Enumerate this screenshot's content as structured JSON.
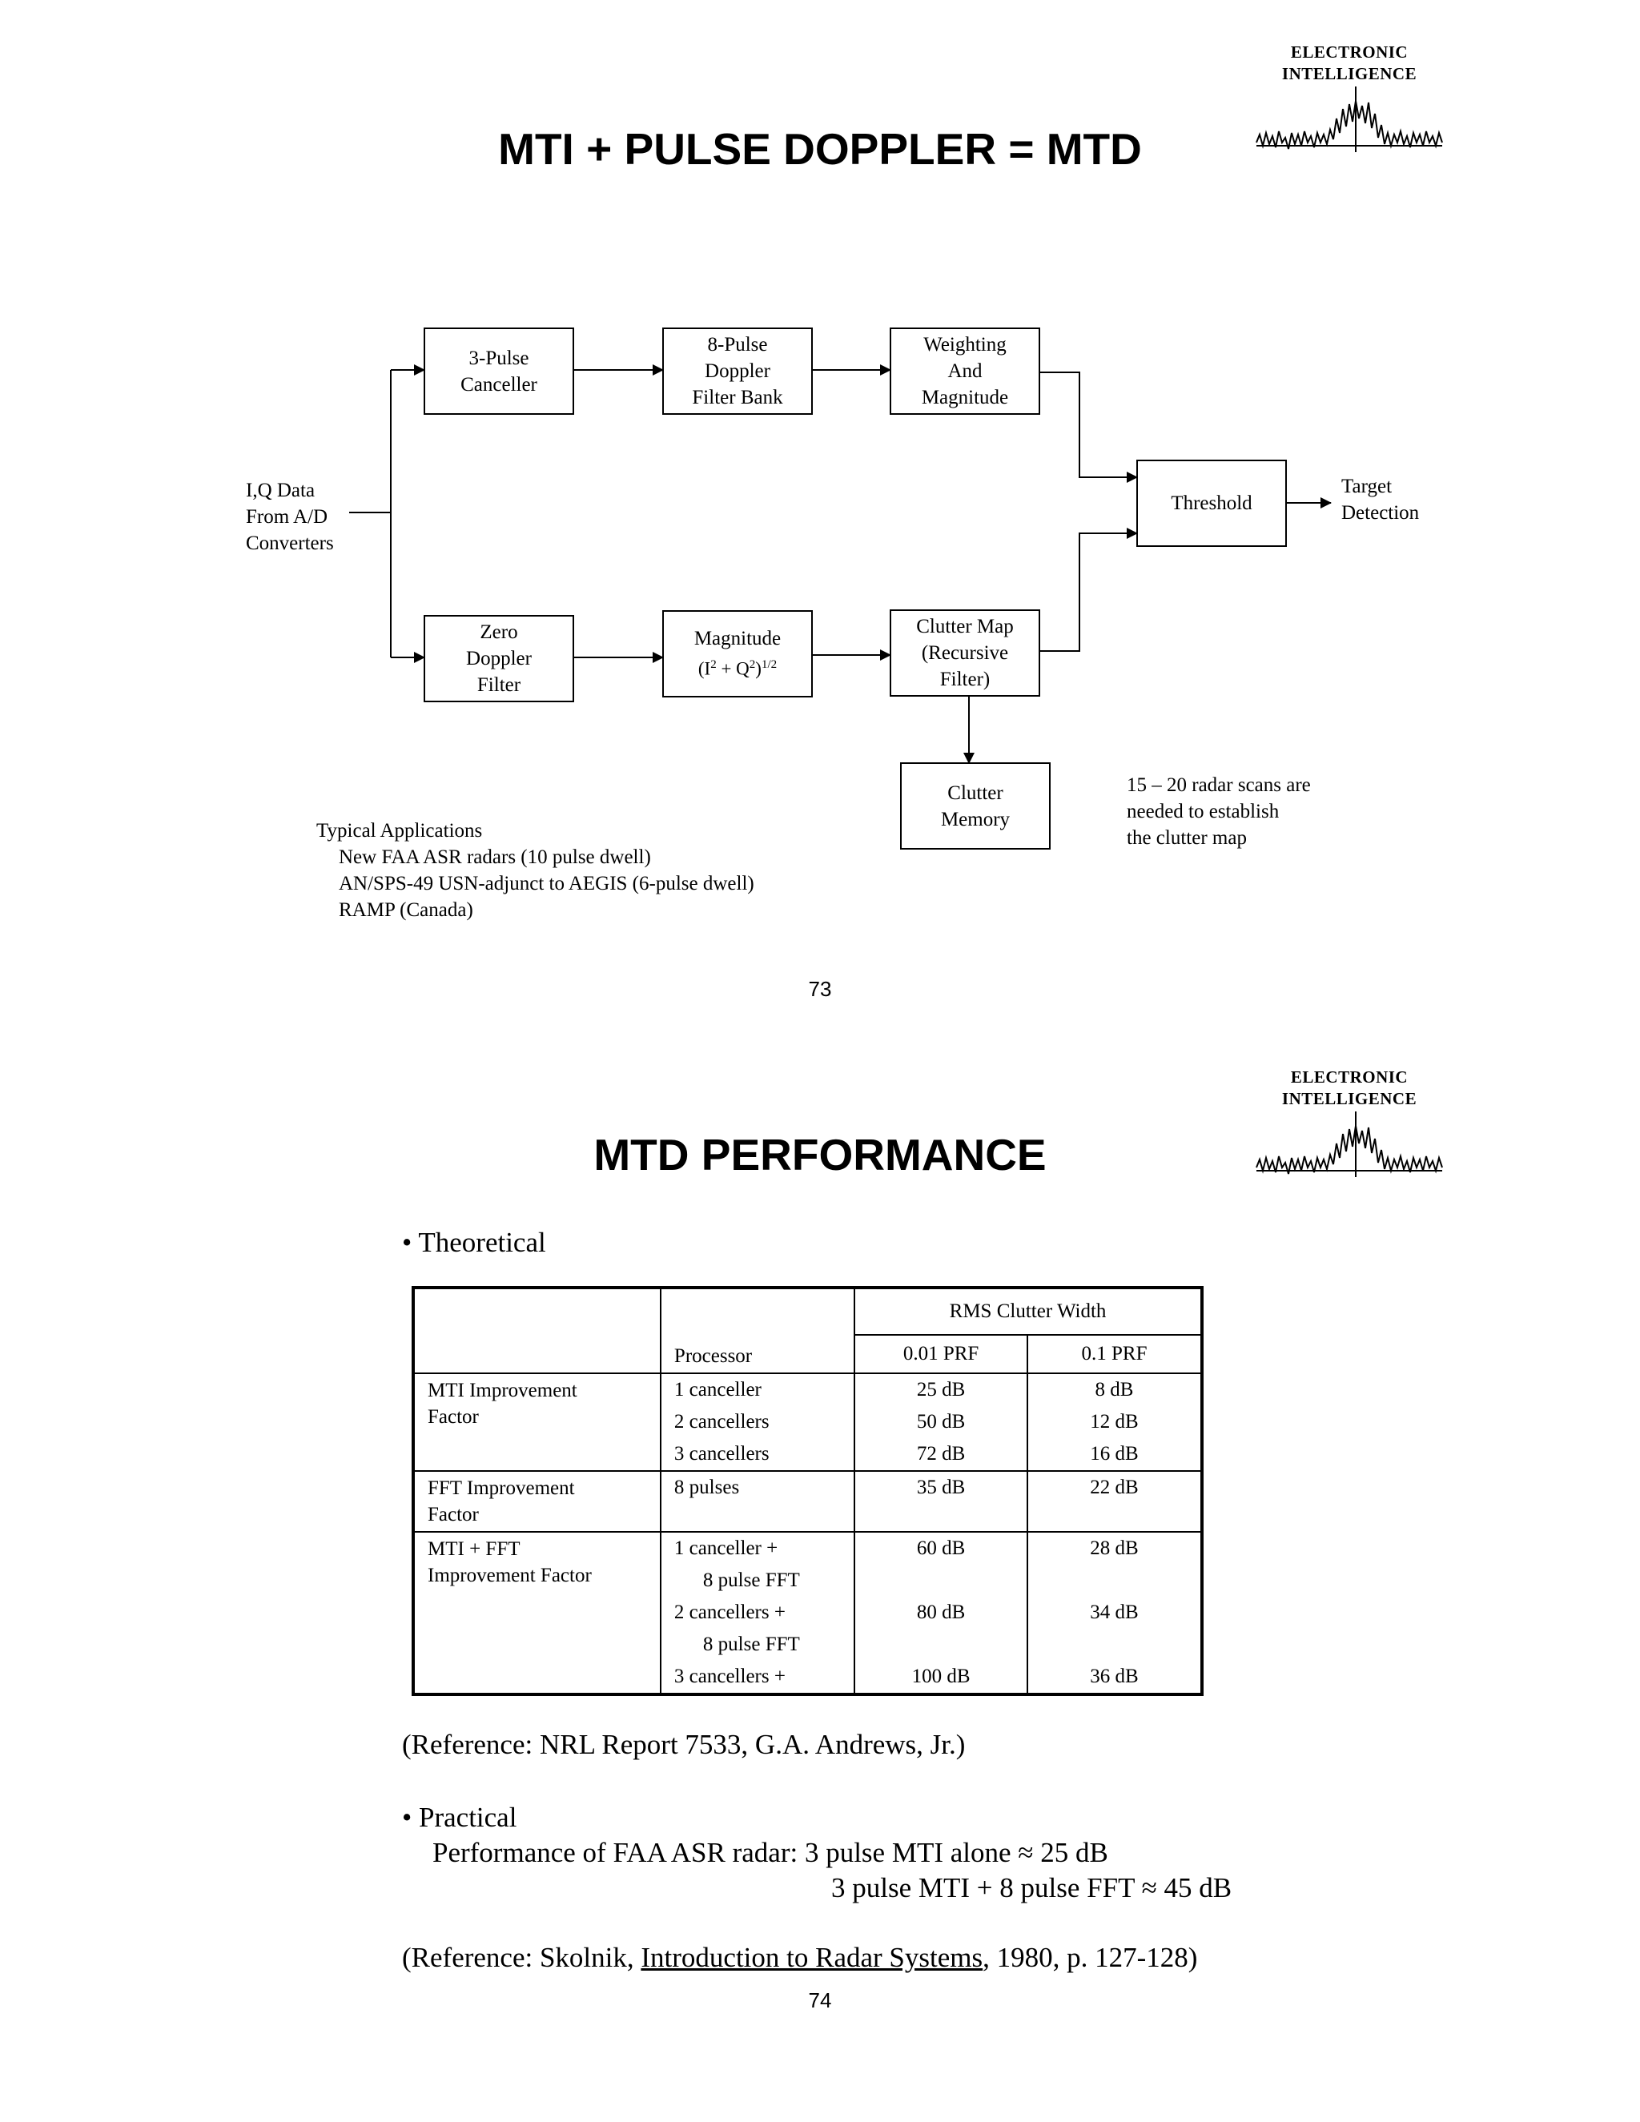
{
  "logo": {
    "line1": "ELECTRONIC",
    "line2": "INTELLIGENCE"
  },
  "slide1": {
    "title": "MTI + PULSE DOPPLER = MTD",
    "input_label": [
      "I,Q Data",
      "From A/D",
      "Converters"
    ],
    "boxes": {
      "canceller": [
        "3-Pulse",
        "Canceller"
      ],
      "filter_bank": [
        "8-Pulse",
        "Doppler",
        "Filter Bank"
      ],
      "weighting": [
        "Weighting",
        "And",
        "Magnitude"
      ],
      "threshold": "Threshold",
      "zero_doppler": [
        "Zero",
        "Doppler",
        "Filter"
      ],
      "magnitude_title": "Magnitude",
      "magnitude_formula": "(I² + Q²)^1/2",
      "clutter_map": [
        "Clutter Map",
        "(Recursive",
        "Filter)"
      ],
      "clutter_memory": [
        "Clutter",
        "Memory"
      ]
    },
    "output_label": [
      "Target",
      "Detection"
    ],
    "scan_note": [
      "15 – 20 radar scans are",
      "needed to establish",
      "the clutter map"
    ],
    "applications_title": "Typical Applications",
    "applications": [
      "New FAA ASR radars (10 pulse dwell)",
      "AN/SPS-49 USN-adjunct to AEGIS (6-pulse dwell)",
      "RAMP (Canada)"
    ],
    "page_number": "73"
  },
  "slide2": {
    "title": "MTD PERFORMANCE",
    "theoretical_label": "• Theoretical",
    "table": {
      "group_header": "RMS Clutter Width",
      "processor_header": "Processor",
      "col1_header": "0.01 PRF",
      "col2_header": "0.1 PRF",
      "rows": [
        {
          "factor": [
            "MTI Improvement",
            "Factor"
          ],
          "processors": [
            "1 canceller",
            "2 cancellers",
            "3 cancellers"
          ],
          "col1": [
            "25 dB",
            "50 dB",
            "72 dB"
          ],
          "col2": [
            "8 dB",
            "12 dB",
            "16 dB"
          ]
        },
        {
          "factor": [
            "FFT Improvement",
            "Factor"
          ],
          "processors": [
            "8 pulses"
          ],
          "col1": [
            "35 dB"
          ],
          "col2": [
            "22 dB"
          ]
        },
        {
          "factor": [
            "MTI + FFT",
            "Improvement Factor"
          ],
          "processors": [
            "1 canceller +",
            "8 pulse FFT",
            "2 cancellers +",
            "8 pulse FFT",
            "3 cancellers +"
          ],
          "col1": [
            "60 dB",
            "",
            "80 dB",
            "",
            "100 dB"
          ],
          "col2": [
            "28 dB",
            "",
            "34 dB",
            "",
            "36 dB"
          ]
        }
      ]
    },
    "reference1": "(Reference:  NRL Report 7533, G.A. Andrews, Jr.)",
    "practical_label": "• Practical",
    "practical_line1_prefix": "Performance of FAA ASR radar: ",
    "practical_line1_value": "3 pulse MTI alone ≈ 25 dB",
    "practical_line2_value": "3 pulse MTI + 8 pulse FFT ≈ 45 dB",
    "reference2_prefix": "(Reference: Skolnik, ",
    "reference2_title": "Introduction to Radar Systems",
    "reference2_suffix": ", 1980, p. 127-128)",
    "page_number": "74"
  }
}
